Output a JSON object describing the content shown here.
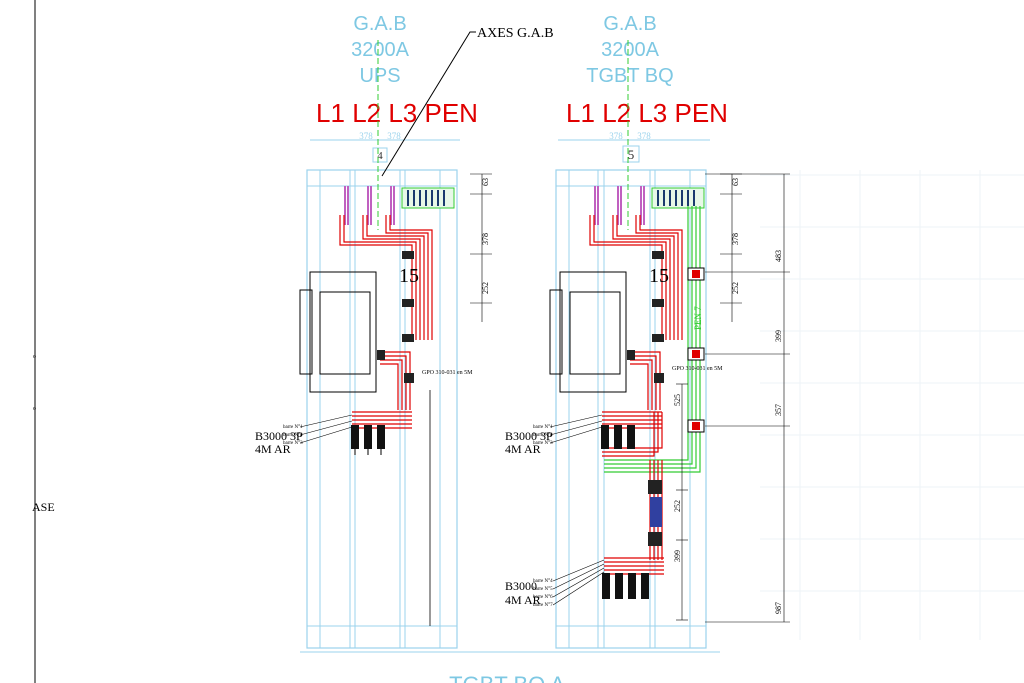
{
  "left_panel": {
    "title_line1": "G.A.B",
    "title_line2": "3200A",
    "title_line3": "UPS",
    "phases": "L1 L2 L3 PEN",
    "dim_top_a": "378",
    "dim_top_b": "378",
    "panel_number": "4",
    "big_number": "15",
    "dim_63": "63",
    "dim_378": "378",
    "dim_252": "252",
    "gpo_note": "GPO 310-031 en 5M",
    "breaker_line1": "B3000 3P",
    "breaker_line2": "4M AR",
    "barre1": "barre N°1",
    "barre2": "barre N°2",
    "barre3": "barre N°3"
  },
  "right_panel": {
    "title_line1": "G.A.B",
    "title_line2": "3200A",
    "title_line3": "TGBT BQ",
    "phases": "L1 L2 L3 PEN",
    "dim_top_a": "378",
    "dim_top_b": "378",
    "panel_number": "5",
    "big_number": "15",
    "dim_63": "63",
    "dim_378": "378",
    "dim_252": "252",
    "dim_483": "483",
    "dim_399": "399",
    "dim_357": "357",
    "dim_525": "525",
    "dim_252b": "252",
    "dim_399b": "399",
    "dim_987": "987",
    "pen_label": "PEN 7",
    "gpo_note": "GPO 310-031 en 5M",
    "breaker1_line1": "B3000 3P",
    "breaker1_line2": "4M AR",
    "breaker2_line1": "B3000",
    "breaker2_line2": "4M AR",
    "barre1": "barre N°1",
    "barre2": "barre N°2",
    "barre3": "barre N°3",
    "barre4": "barre N°4",
    "barre5": "barre N°5",
    "barre6": "barre N°6",
    "barre7": "barre N°7"
  },
  "axes_label": "AXES G.A.B",
  "left_edge_label": "ASE",
  "bottom_label": "TGBT BQ A",
  "colors": {
    "cyan": "#7ec8e3",
    "red": "#e00000",
    "green": "#33cc33",
    "frame": "#9bd3ec"
  }
}
